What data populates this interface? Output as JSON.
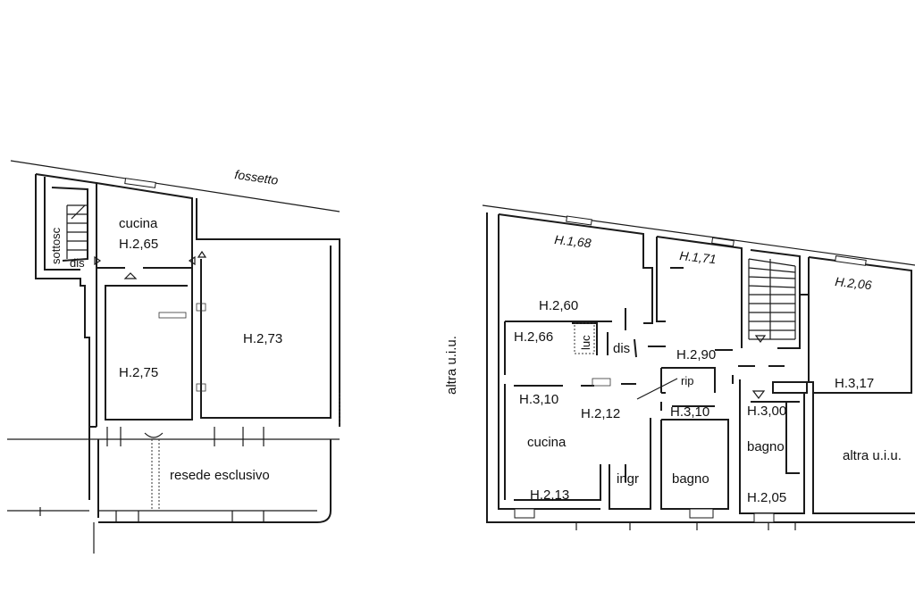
{
  "left_plan": {
    "street": "fossetto",
    "sottoscala": "sottosc",
    "dis": "dis",
    "cucina": "cucina",
    "cucina_h": "H.2,65",
    "room_h1": "H.2,75",
    "room_h2": "H.2,73",
    "resede": "resede esclusivo"
  },
  "right_plan": {
    "h168": "H.1,68",
    "h171": "H.1,71",
    "h206": "H.2,06",
    "h260": "H.2,60",
    "h266": "H.2,66",
    "luc": "luc",
    "dis": "dis",
    "h290": "H.2,90",
    "rip": "rip",
    "h310a": "H.3,10",
    "h212": "H.2,12",
    "h310b": "H.3,10",
    "h300": "H.3,00",
    "h317": "H.3,17",
    "cucina": "cucina",
    "ingr": "ingr",
    "bagno1": "bagno",
    "bagno2": "bagno",
    "h213": "H.2,13",
    "h205": "H.2,05",
    "altra_left": "altra u.i.u.",
    "altra_right": "altra u.i.u."
  }
}
